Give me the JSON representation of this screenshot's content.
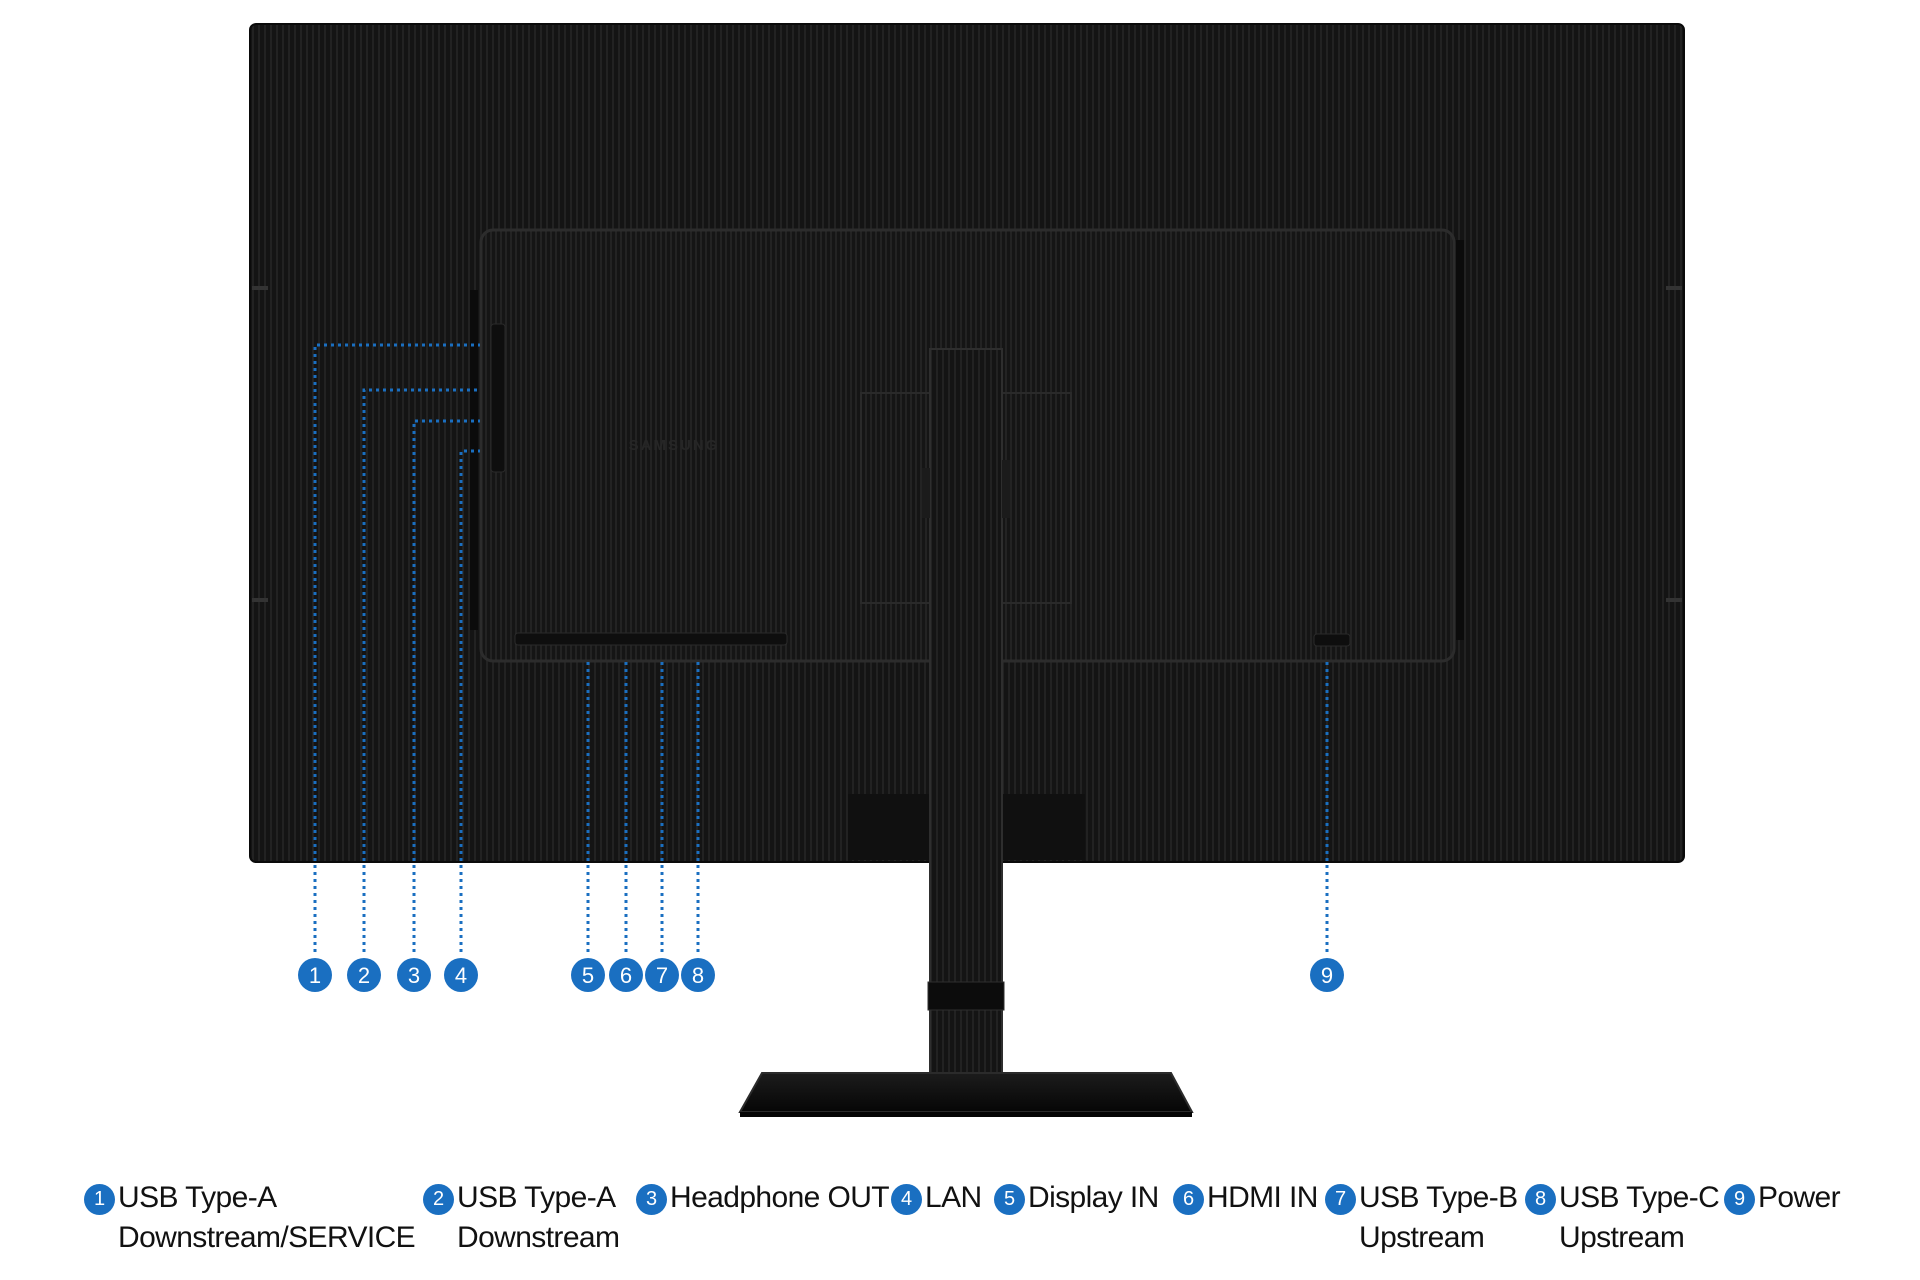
{
  "brand": {
    "logo_text": "SAMSUNG"
  },
  "colors": {
    "accent": "#1a6fc1",
    "monitor_body": "#161616",
    "legend_text": "#111111"
  },
  "callouts": [
    {
      "number": "1",
      "port": "USB Type-A Downstream/SERVICE"
    },
    {
      "number": "2",
      "port": "USB Type-A Downstream"
    },
    {
      "number": "3",
      "port": "Headphone OUT"
    },
    {
      "number": "4",
      "port": "LAN"
    },
    {
      "number": "5",
      "port": "Display IN"
    },
    {
      "number": "6",
      "port": "HDMI IN"
    },
    {
      "number": "7",
      "port": "USB Type-B Upstream"
    },
    {
      "number": "8",
      "port": "USB Type-C Upstream"
    },
    {
      "number": "9",
      "port": "Power"
    }
  ],
  "legend": [
    {
      "number": "1",
      "line1": "USB Type-A",
      "line2": "Downstream/SERVICE"
    },
    {
      "number": "2",
      "line1": "USB Type-A",
      "line2": "Downstream"
    },
    {
      "number": "3",
      "line1": "Headphone OUT",
      "line2": ""
    },
    {
      "number": "4",
      "line1": "LAN",
      "line2": ""
    },
    {
      "number": "5",
      "line1": "Display IN",
      "line2": ""
    },
    {
      "number": "6",
      "line1": "HDMI IN",
      "line2": ""
    },
    {
      "number": "7",
      "line1": "USB Type-B",
      "line2": "Upstream"
    },
    {
      "number": "8",
      "line1": "USB Type-C",
      "line2": "Upstream"
    },
    {
      "number": "9",
      "line1": "Power",
      "line2": ""
    }
  ]
}
